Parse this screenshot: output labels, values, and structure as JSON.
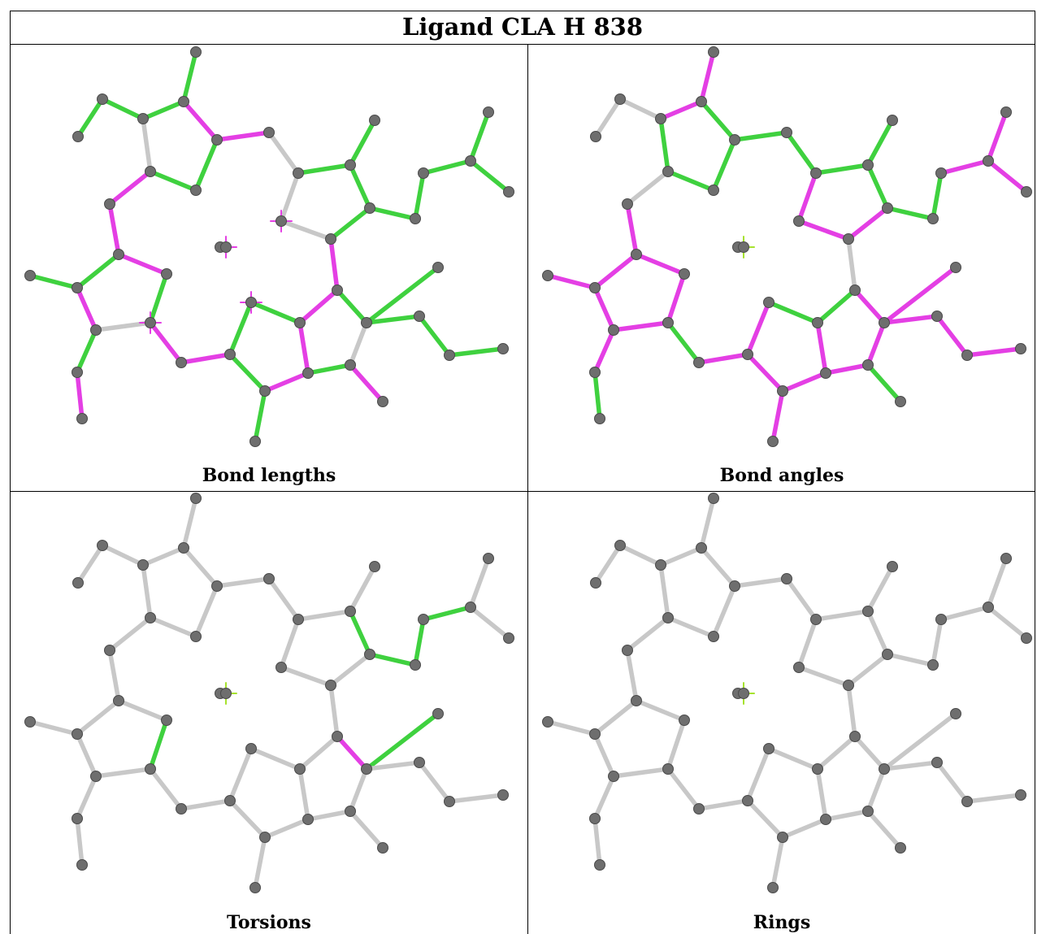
{
  "title": "Ligand CLA H 838",
  "panels": [
    {
      "id": "bond-lengths",
      "caption": "Bond lengths"
    },
    {
      "id": "bond-angles",
      "caption": "Bond angles"
    },
    {
      "id": "torsions",
      "caption": "Torsions"
    },
    {
      "id": "rings",
      "caption": "Rings"
    }
  ],
  "colors": {
    "atom": "#6e6e6e",
    "bond_default": "#c8c8c8",
    "outlier_green": "#3fd13f",
    "outlier_magenta": "#e43fe4",
    "chirality_marker": "#a6e22e"
  }
}
